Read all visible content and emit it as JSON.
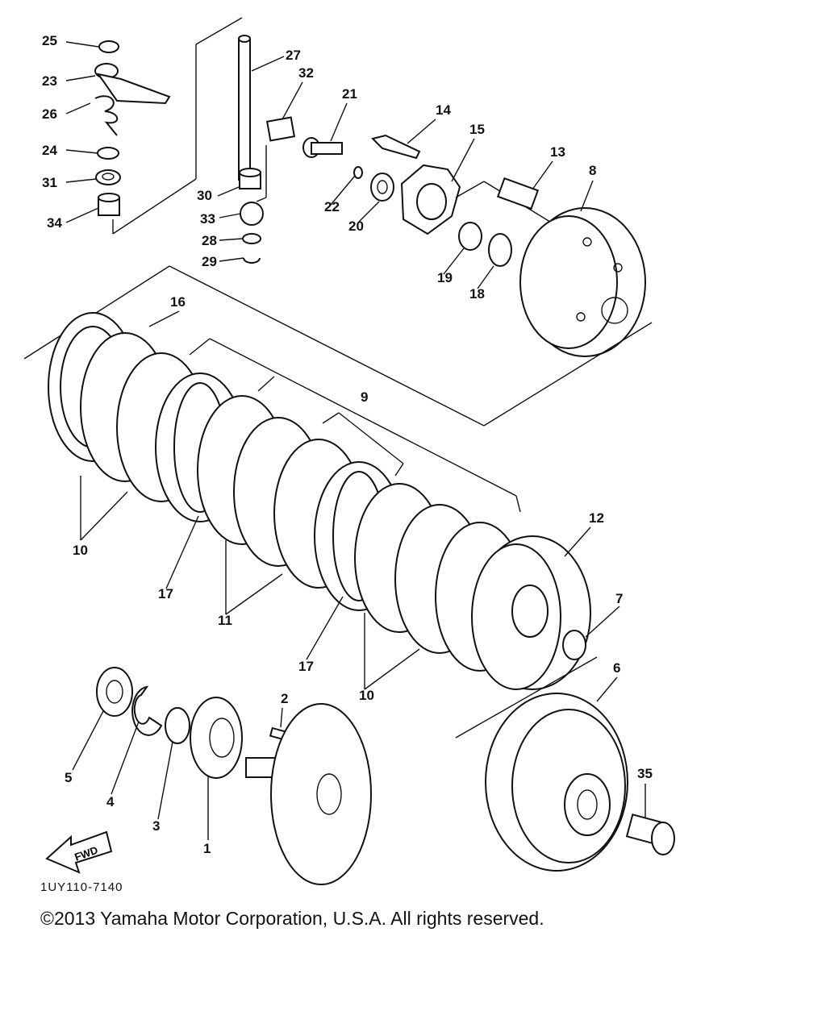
{
  "diagram": {
    "drawing_number": "1UY110-7140",
    "fwd_arrow_text": "FWD",
    "callouts": [
      "1",
      "2",
      "3",
      "4",
      "5",
      "6",
      "7",
      "8",
      "9",
      "10",
      "11",
      "12",
      "13",
      "14",
      "15",
      "16",
      "17",
      "18",
      "19",
      "20",
      "21",
      "22",
      "23",
      "24",
      "25",
      "26",
      "27",
      "28",
      "29",
      "30",
      "31",
      "32",
      "33",
      "34",
      "35"
    ]
  },
  "copyright": "©2013 Yamaha Motor Corporation, U.S.A. All rights reserved."
}
